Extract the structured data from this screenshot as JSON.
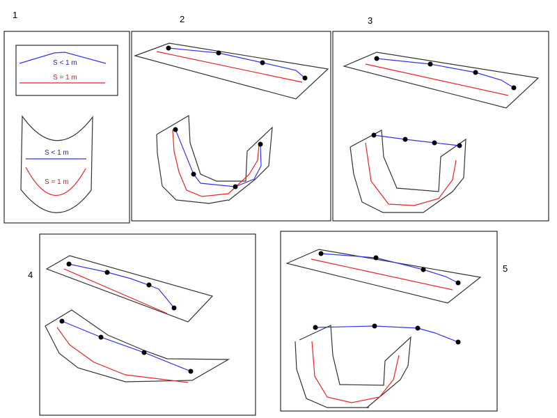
{
  "panels": [
    {
      "number": "1",
      "legend": {
        "blue_label": "S < 1 m",
        "red_label": "S = 1 m"
      },
      "section": {
        "blue_label": "S < 1 m",
        "red_label": "S = 1 m"
      }
    },
    {
      "number": "2"
    },
    {
      "number": "3"
    },
    {
      "number": "4"
    },
    {
      "number": "5"
    }
  ],
  "colors": {
    "blue": "#3333ee",
    "red": "#ee2222",
    "outline": "#333333"
  }
}
